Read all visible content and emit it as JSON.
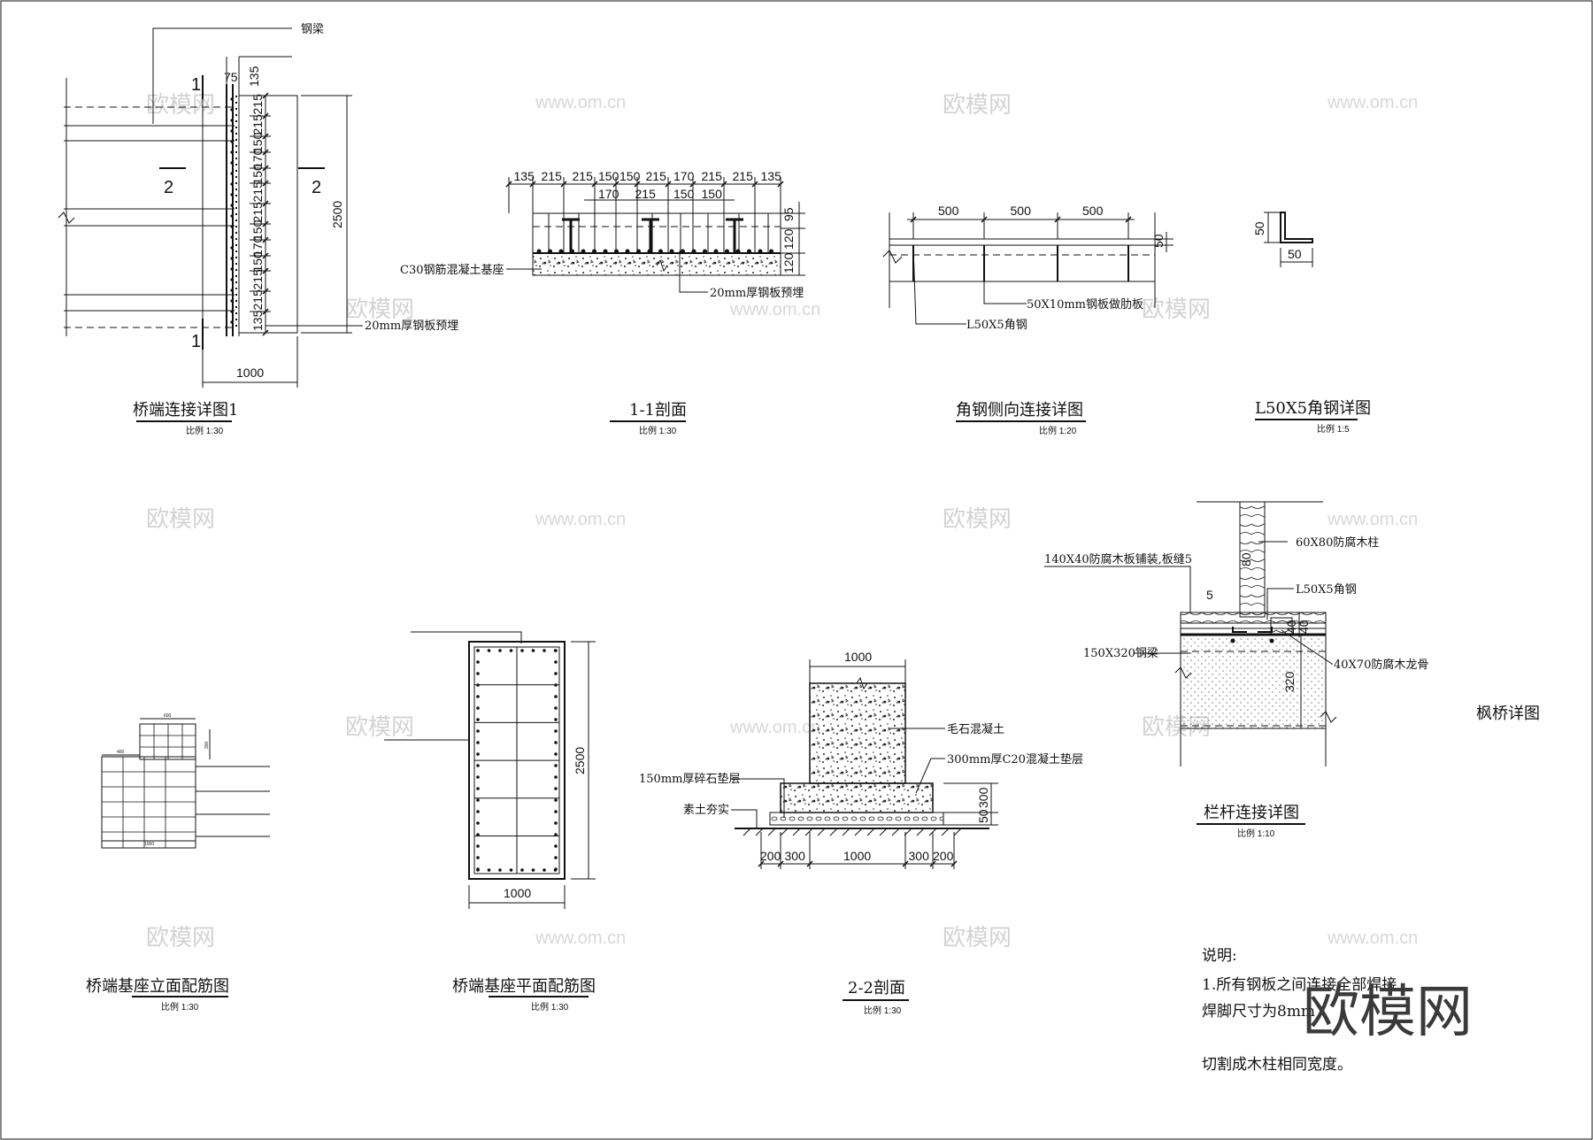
{
  "sheet_title": "枫桥详图",
  "drawings": {
    "bridge_end": {
      "title": "桥端连接详图1",
      "scale": "比例 1:30",
      "label_steel_beam": "钢梁",
      "label_plate": "20mm厚钢板预埋",
      "dim_75": "75",
      "dim_top": "135",
      "dim_total": "2500",
      "dim_width": "1000",
      "stack_dims": [
        "215",
        "215",
        "150",
        "170",
        "150",
        "215",
        "215",
        "150",
        "170",
        "150",
        "215",
        "215",
        "135"
      ],
      "sec_1": "1",
      "sec_2": "2"
    },
    "section_1_1": {
      "title": "1-1剖面",
      "scale": "比例 1:30",
      "top_dims": [
        "135",
        "215",
        "215",
        "150",
        "150",
        "215",
        "170",
        "215",
        "215",
        "135"
      ],
      "low_dims": [
        "170",
        "215",
        "150",
        "150"
      ],
      "side_dims": [
        "95",
        "120",
        "120"
      ],
      "label_base": "C30钢筋混凝土基座",
      "label_plate": "20mm厚钢板预埋"
    },
    "angle_lateral": {
      "title": "角钢侧向连接详图",
      "scale": "比例 1:20",
      "dims": [
        "500",
        "500",
        "500"
      ],
      "dim_side": "50",
      "label_plate": "50X10mm钢板做肋板",
      "label_angle": "L50X5角钢"
    },
    "angle_detail": {
      "title": "L50X5角钢详图",
      "scale": "比例 1:5",
      "dim_v": "50",
      "dim_h": "50"
    },
    "railing": {
      "title": "栏杆连接详图",
      "scale": "比例 1:10",
      "label_post": "60X80防腐木柱",
      "label_deck": "140X40防腐木板铺装,板缝5",
      "label_angle": "L50X5角钢",
      "label_beam": "150X320钢梁",
      "label_joist": "40X70防腐木龙骨",
      "dim_gap": "5",
      "dim_80": "80",
      "dim_40": "40",
      "dim_70": "40",
      "dim_320": "320"
    },
    "base_elev": {
      "title": "桥端基座立面配筋图",
      "scale": "比例 1:30",
      "small_dims": [
        "600",
        "400",
        "300",
        "1000"
      ]
    },
    "base_plan": {
      "title": "桥端基座平面配筋图",
      "scale": "比例 1:30",
      "dim_h": "2500",
      "dim_w": "1000"
    },
    "section_2_2": {
      "title": "2-2剖面",
      "scale": "比例 1:30",
      "dim_top": "1000",
      "bottom_dims": [
        "200",
        "300",
        "1000",
        "300",
        "200"
      ],
      "side_dims": [
        "50",
        "300"
      ],
      "label_rubble": "毛石混凝土",
      "label_c20": "300mm厚C20混凝土垫层",
      "label_gravel": "150mm厚碎石垫层",
      "label_soil": "素土夯实"
    }
  },
  "notes": {
    "heading": "说明:",
    "line1": "1.所有钢板之间连接全部焊接,",
    "line2": "焊脚尺寸为8mm",
    "line3": "切割成木柱相同宽度。"
  },
  "watermarks": {
    "brand": "欧模网",
    "url": "www.om.cn"
  }
}
